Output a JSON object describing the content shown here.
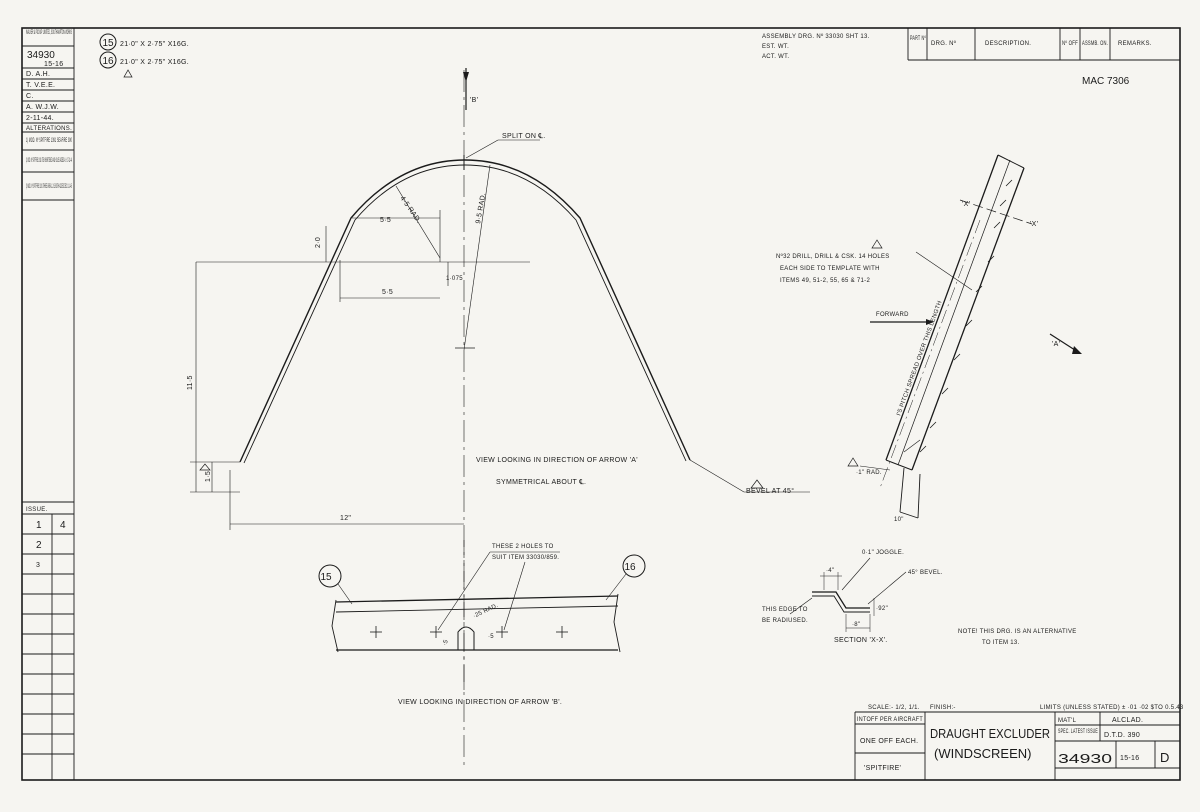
{
  "items": [
    {
      "no": "15",
      "spec": "21·0\" X 2·75\" X16G."
    },
    {
      "no": "16",
      "spec": "21·0\" X 2·75\" X16G."
    }
  ],
  "left_strip": {
    "ref_header": "WALKER & PICKUP LIMITED, SOUTHAMPTON WORKS",
    "ref_no": "34930",
    "ref_sub": "15-16",
    "drawn": "D. A.H.",
    "traced": "T. V.E.E.",
    "checked": "C.",
    "approved": "A. W.J.W.",
    "date": "2-11-44.",
    "alterations_title": "ALTERATIONS.",
    "alt1": "1) MOD. Nº SPITFIRE 1391 SEAFIRE 390",
    "alt2": "2) MOD. Nº SPITFIRE 1391 ITEM SHORTENED AND HOLES ADDED A.H. 27-11-44",
    "alt3": "3) MOD. Nº SPITFIRE 1391 THREE AREA 1.2 LENGTH ADDED DEC 11-1-45",
    "issue_title": "ISSUE.",
    "issues": [
      "1",
      "2",
      "3"
    ],
    "issue1_mark": "4"
  },
  "top_header": {
    "assembly": "ASSEMBLY DRG. Nº 33030 SHT 13.",
    "est_wt": "EST. WT.",
    "act_wt": "ACT. WT.",
    "col_part_no": "PART Nº",
    "col_drg_no": "DRG. Nº",
    "col_description": "DESCRIPTION.",
    "col_no_off": "Nº OFF",
    "col_assmb_on": "ASSMB. ON.",
    "col_remarks": "REMARKS."
  },
  "mac_ref": "MAC 7306",
  "view_a": {
    "arrow_b_label": "'B'",
    "split": "SPLIT ON ℄.",
    "rad_small": "4·5 RAD.",
    "rad_large": "9·5 RAD.",
    "dim_55_top": "5·5",
    "dim_55_bottom": "5·5",
    "dim_20": "2·0",
    "dim_1075": "1·075",
    "dim_115": "11·5",
    "dim_15": "1·5",
    "dim_12": "12\"",
    "caption": "VIEW LOOKING IN DIRECTION OF ARROW 'A'",
    "symmetrical": "SYMMETRICAL ABOUT ℄.",
    "bevel": "BEVEL AT 45°"
  },
  "view_b": {
    "holes_note_1": "THESE 2 HOLES TO",
    "holes_note_2": "SUIT ITEM 33030/859.",
    "rad": "·25 RAD.",
    "dim_left": "·5",
    "dim_right": "·5",
    "caption": "VIEW LOOKING IN DIRECTION OF ARROW 'B'."
  },
  "side_view": {
    "x_label": "'X'",
    "drill_note_1": "Nº32 DRILL, DRILL & CSK. 14 HOLES",
    "drill_note_2": "EACH SIDE TO TEMPLATE WITH",
    "drill_note_3": "ITEMS 49, 51-2, 55, 65 & 71-2",
    "forward": "FORWARD",
    "arrow_a_label": "'A'",
    "pitch": "I'5 PITCH SPREAD OVER THIS LENGTH",
    "rad": "·1\" RAD.",
    "dim_bottom": "10\""
  },
  "section": {
    "joggle": "0·1\" JOGGLE.",
    "bevel": "45° BEVEL.",
    "dim_4": "·4\"",
    "dim_8": "·8\"",
    "dim_92": "·92\"",
    "edge_note_1": "THIS EDGE TO",
    "edge_note_2": "BE RADIUSED.",
    "caption": "SECTION 'X-X'.",
    "note_1": "NOTE! THIS DRG. IS AN ALTERNATIVE",
    "note_2": "TO ITEM 13."
  },
  "title_block": {
    "scale": "SCALE:- 1/2, 1/1.",
    "finish": "FINISH:-",
    "limits": "LIMITS (UNLESS STATED) ± ·01 ·02 $TO 0.5.43",
    "intoff": "INTOFF PER AIRCRAFT",
    "one_off": "ONE OFF EACH.",
    "aircraft": "'SPITFIRE'",
    "title_1": "DRAUGHT EXCLUDER",
    "title_2": "(WINDSCREEN)",
    "matl_label": "MAT'L",
    "matl": "ALCLAD.",
    "spec_label": "SPEC. LATEST ISSUE",
    "spec": "D.T.D. 390",
    "drg_no": "34930",
    "items_no": "15-16",
    "issue_letter": "D"
  },
  "colors": {
    "paper": "#f6f5f1",
    "ink": "#1a1a1a"
  }
}
